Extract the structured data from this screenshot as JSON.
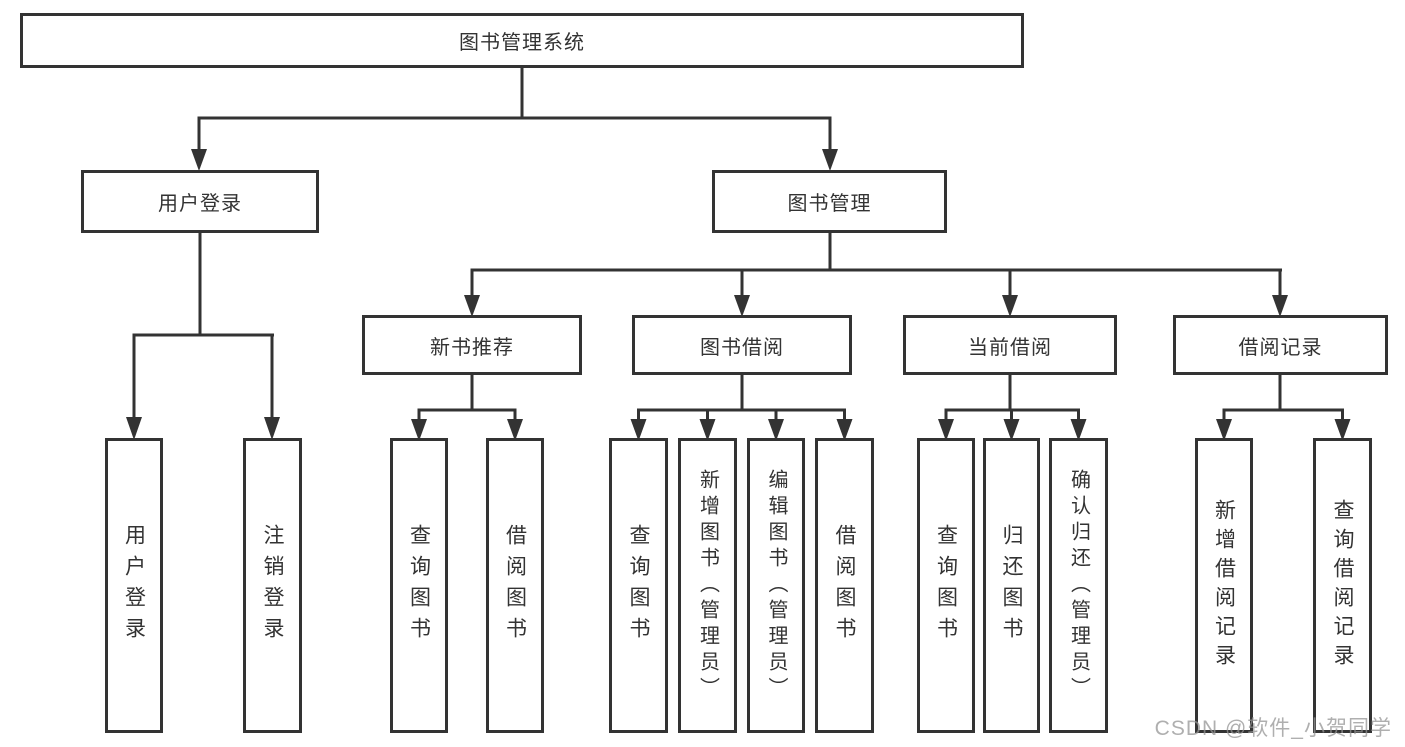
{
  "diagram": {
    "title_node": "图书管理系统",
    "colors": {
      "line": "#333333",
      "text": "#333333",
      "watermark": "#949494"
    },
    "nodes": {
      "root": "图书管理系统",
      "user_login": "用户登录",
      "book_management": "图书管理",
      "login": "用户登录",
      "logout": "注销登录",
      "new_book_rec": "新书推荐",
      "book_borrow": "图书借阅",
      "current_borrow": "当前借阅",
      "borrow_records": "借阅记录",
      "nb_query_book": "查询图书",
      "nb_borrow_book": "借阅图书",
      "bb_query_book": "查询图书",
      "bb_add_book": "新增图书（管理员）",
      "bb_edit_book": "编辑图书（管理员）",
      "bb_borrow_book": "借阅图书",
      "cb_query_book": "查询图书",
      "cb_return_book": "归还图书",
      "cb_confirm_return": "确认归还（管理员）",
      "br_add_record": "新增借阅记录",
      "br_query_record": "查询借阅记录"
    }
  },
  "watermark": "CSDN @软件_小贺同学"
}
